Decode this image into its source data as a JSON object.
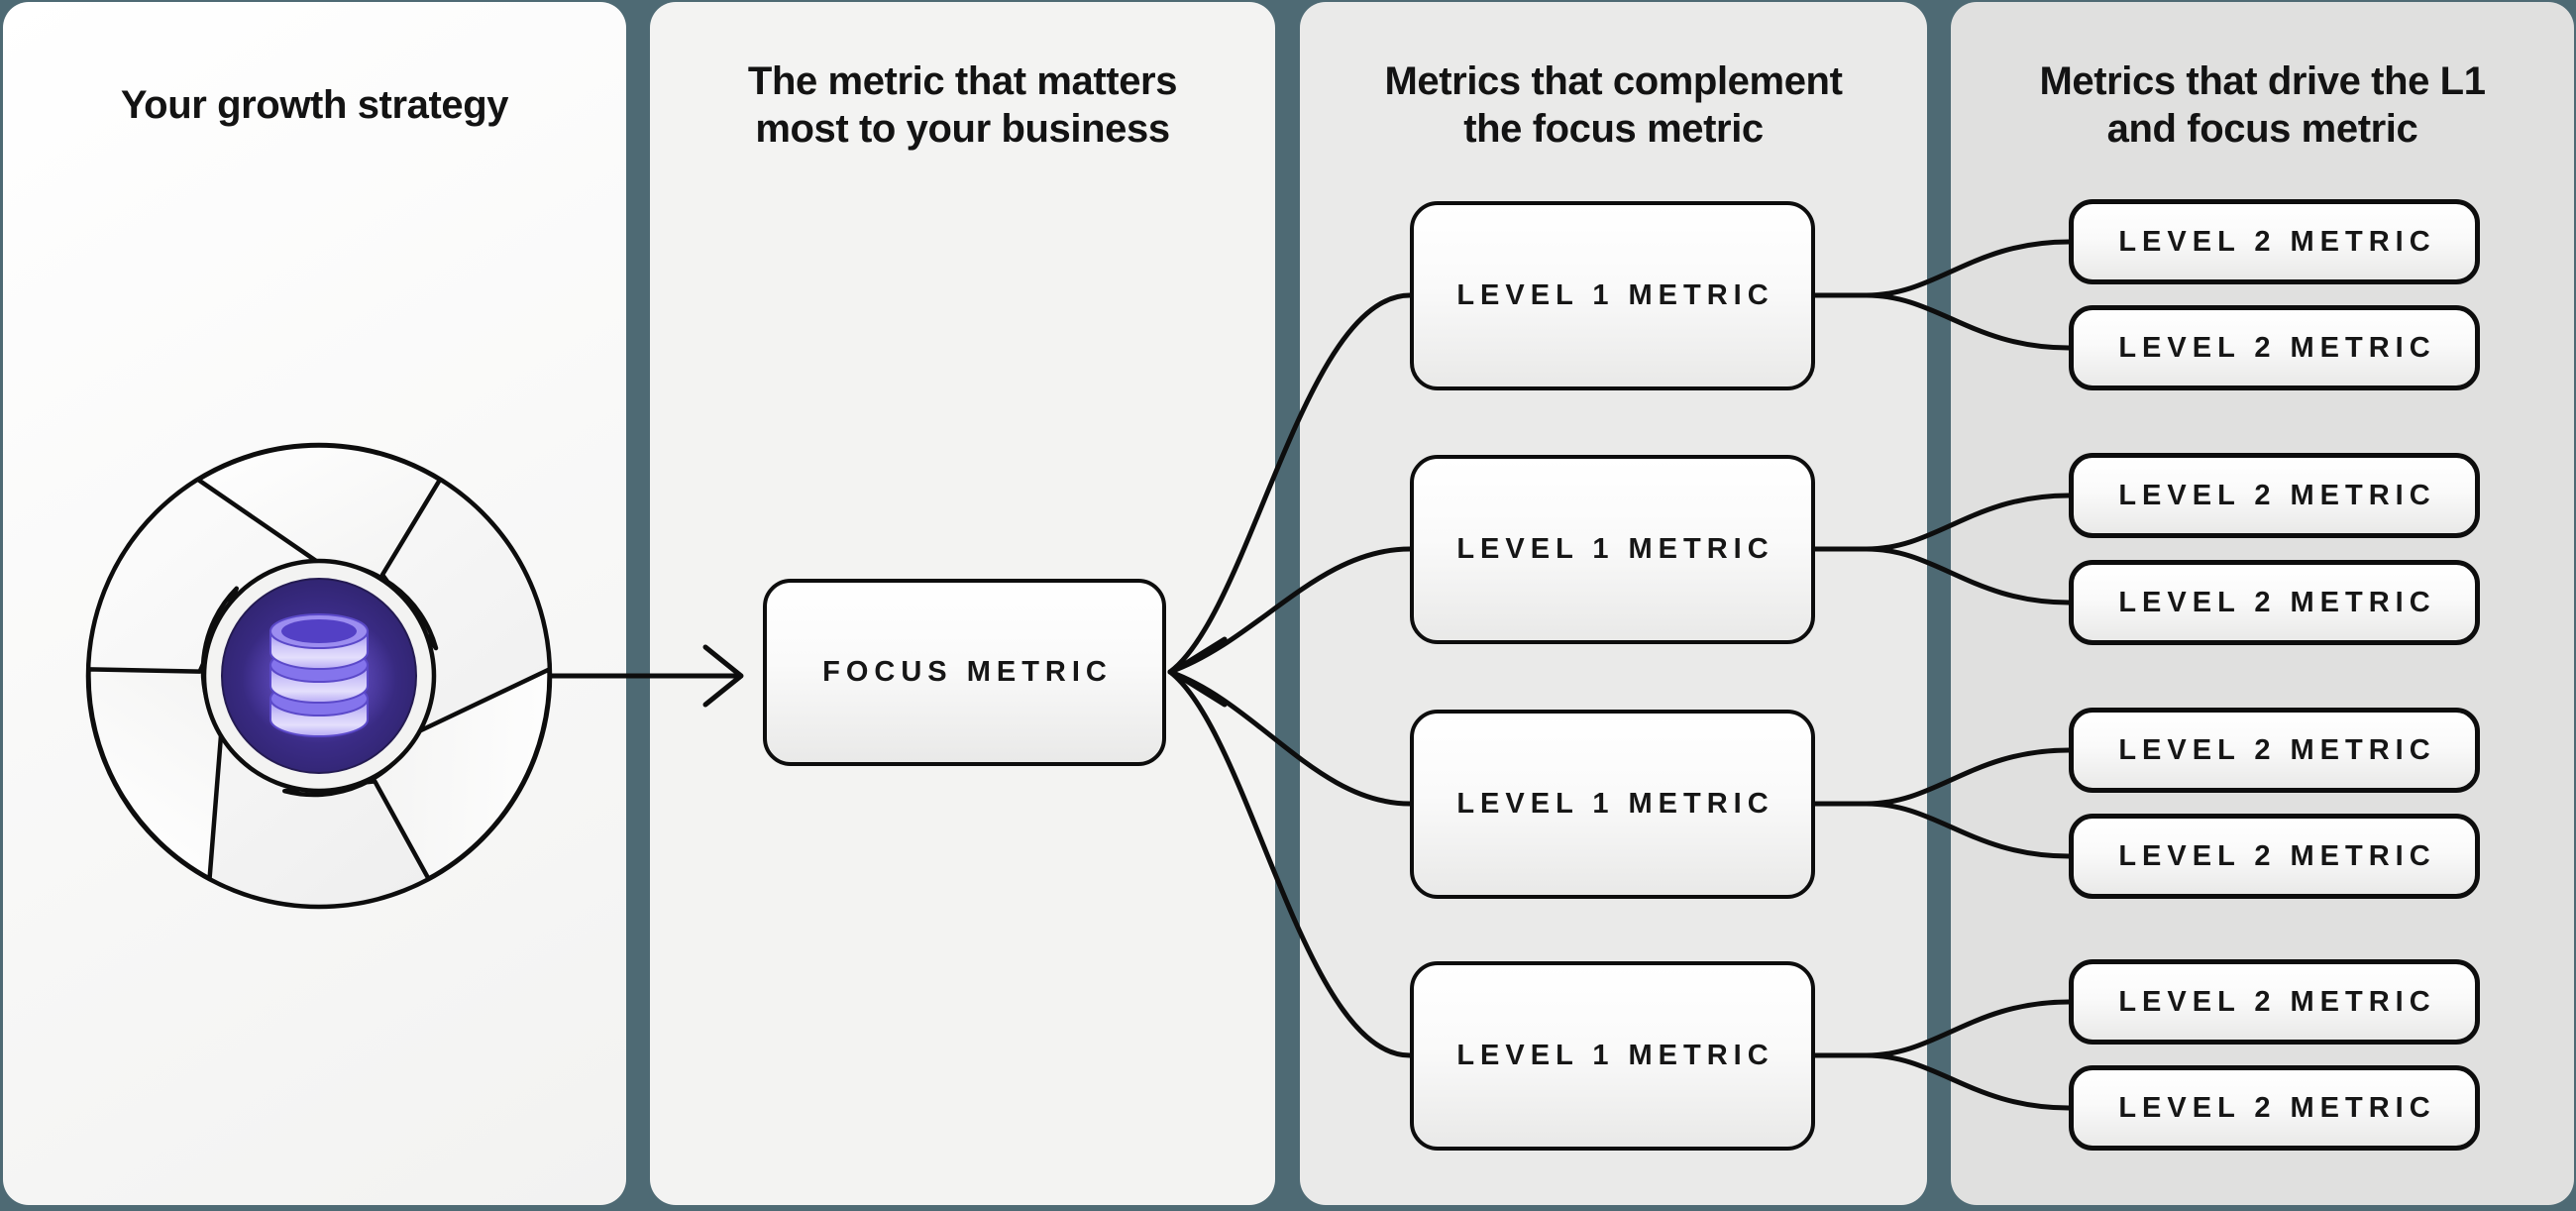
{
  "colors": {
    "background": "#4e6a74",
    "panel1": "#fafafa",
    "panel2": "#f3f3f2",
    "panel3": "#eaeae9",
    "panel4": "#e0e0df",
    "stroke": "#0d0d0d",
    "hub_purple_dark": "#251c58",
    "hub_purple_mid": "#4f3bae",
    "disc_purple": "#8474ec"
  },
  "columns": [
    {
      "title_lines": [
        "Your growth strategy",
        ""
      ]
    },
    {
      "title_lines": [
        "The metric that matters",
        "most to your business"
      ]
    },
    {
      "title_lines": [
        "Metrics that complement",
        "the focus metric"
      ]
    },
    {
      "title_lines": [
        "Metrics that drive the L1",
        "and focus metric"
      ]
    }
  ],
  "boxes": {
    "focus_label": "FOCUS METRIC",
    "l1_labels": [
      "LEVEL 1 METRIC",
      "LEVEL 1 METRIC",
      "LEVEL 1 METRIC",
      "LEVEL 1 METRIC"
    ],
    "l2_labels": [
      "LEVEL 2 METRIC",
      "LEVEL 2 METRIC",
      "LEVEL 2 METRIC",
      "LEVEL 2 METRIC",
      "LEVEL 2 METRIC",
      "LEVEL 2 METRIC",
      "LEVEL 2 METRIC",
      "LEVEL 2 METRIC"
    ]
  },
  "icons": {
    "flywheel": "growth-flywheel-icon",
    "database": "database-icon"
  }
}
